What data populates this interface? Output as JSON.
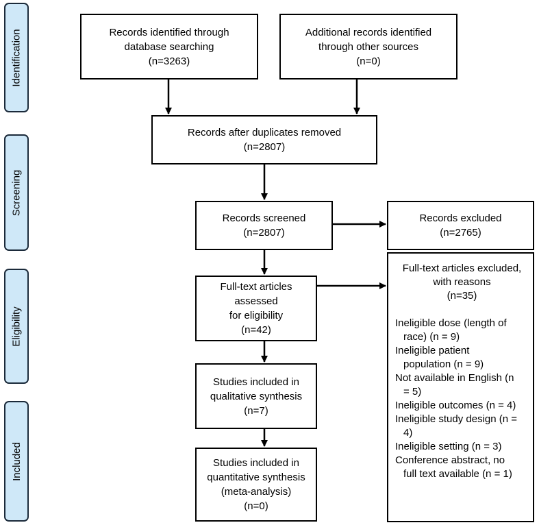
{
  "phases": {
    "identification": "Identification",
    "screening": "Screening",
    "eligibility": "Eligibility",
    "included": "Included"
  },
  "boxes": {
    "database": [
      "Records identified through",
      "database searching",
      "(n=3263)"
    ],
    "other_sources": [
      "Additional records identified",
      "through other sources",
      "(n=0)"
    ],
    "duplicates_removed": [
      "Records after duplicates removed",
      "(n=2807)"
    ],
    "screened": [
      "Records screened",
      "(n=2807)"
    ],
    "excluded": [
      "Records excluded",
      "(n=2765)"
    ],
    "fulltext_assessed": [
      "Full-text articles assessed",
      "for eligibility",
      "(n=42)"
    ],
    "qualitative": [
      "Studies included in",
      "qualitative synthesis",
      "(n=7)"
    ],
    "quantitative": [
      "Studies included in",
      "quantitative synthesis",
      "(meta-analysis)",
      "(n=0)"
    ]
  },
  "fulltext_excluded": {
    "header": [
      "Full-text articles excluded,",
      "with reasons",
      "(n=35)"
    ],
    "reasons": [
      "Ineligible dose (length of",
      "race) (n = 9)",
      "Ineligible patient",
      "population (n = 9)",
      "Not available in English (n",
      "= 5)",
      "Ineligible outcomes (n = 4)",
      "Ineligible study design (n =",
      "4)",
      "Ineligible setting (n = 3)",
      "Conference abstract, no",
      "full text available (n = 1)"
    ]
  },
  "colors": {
    "phase_fill": "#cfe8f8",
    "phase_border": "#1b2a3a",
    "box_border": "#000000"
  }
}
